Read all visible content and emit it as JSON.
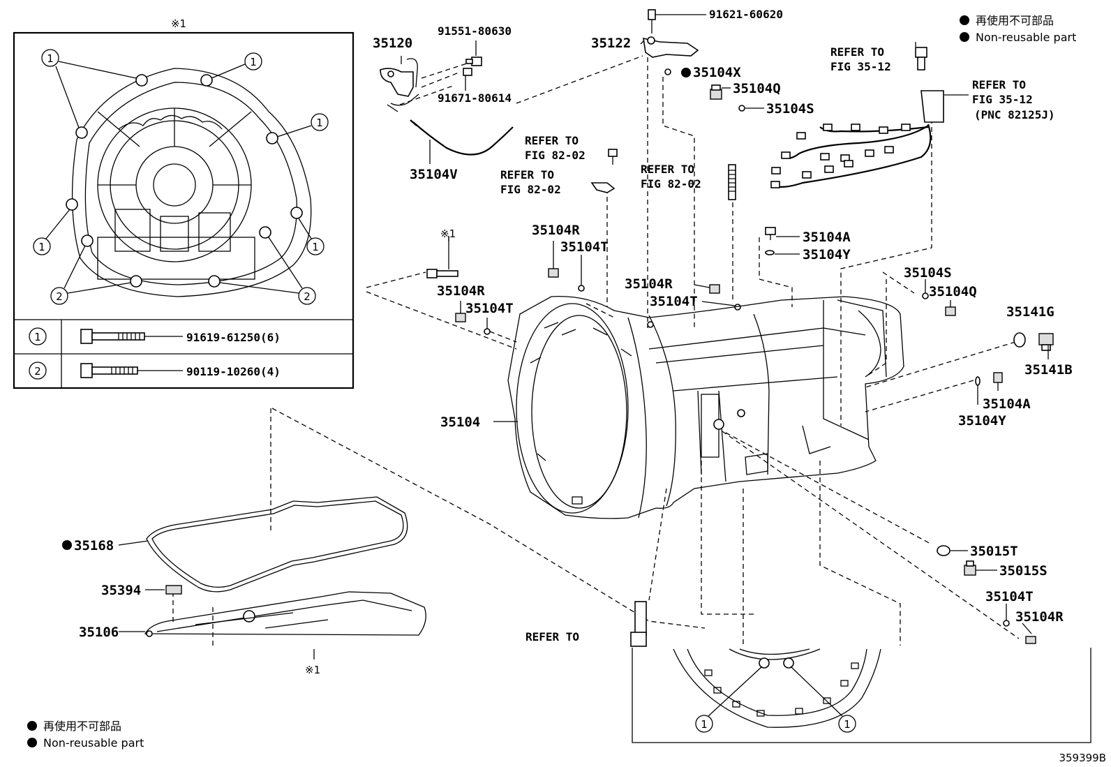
{
  "diagram_id": "359399B",
  "legend_top": {
    "jp": "再使用不可部品",
    "en": "Non-reusable part"
  },
  "legend_bottom": {
    "jp": "再使用不可部品",
    "en": "Non-reusable part"
  },
  "inset": {
    "mark": "※1",
    "callout_1": "1",
    "callout_2": "2",
    "rows": [
      {
        "index": "1",
        "part": "91619-61250(6)"
      },
      {
        "index": "2",
        "part": "90119-10260(4)"
      }
    ]
  },
  "marks": {
    "ref1": "※1",
    "ref2": "※1"
  },
  "labels": {
    "p35120": "35120",
    "p91551": "91551-80630",
    "p91671": "91671-80614",
    "p35104V": "35104V",
    "p91621": "91621-60620",
    "p35122": "35122",
    "p35104X": "35104X",
    "p35104Q_top": "35104Q",
    "p35104S_top": "35104S",
    "p35104A_top": "35104A",
    "p35104Y_top": "35104Y",
    "p35104R_a": "35104R",
    "p35104T_a": "35104T",
    "p35104R_b": "35104R",
    "p35104T_b": "35104T",
    "p35104R_c": "35104R",
    "p35104T_c": "35104T",
    "p35104S_r": "35104S",
    "p35104Q_r": "35104Q",
    "p35141G": "35141G",
    "p35141B": "35141B",
    "p35104A_r": "35104A",
    "p35104Y_r": "35104Y",
    "p35104": "35104",
    "p35015T": "35015T",
    "p35015S": "35015S",
    "p35104T_d": "35104T",
    "p35104R_d": "35104R",
    "p35168": "35168",
    "p35394": "35394",
    "p35106": "35106"
  },
  "refer": {
    "r1_a": "REFER TO",
    "r1_b": "FIG 35-12",
    "r2_a": "REFER TO",
    "r2_b": "FIG 35-12",
    "r2_c": "(PNC 82125J)",
    "r3_a": "REFER TO",
    "r3_b": "FIG 82-02",
    "r4_a": "REFER TO",
    "r4_b": "FIG 82-02",
    "r5_a": "REFER TO",
    "r5_b": "FIG 82-02",
    "r6_a": "REFER TO"
  },
  "bottom_callouts": {
    "c1": "1",
    "c2": "1"
  }
}
